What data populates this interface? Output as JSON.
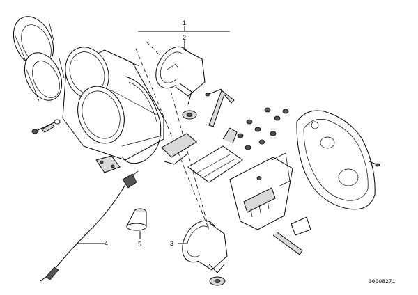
{
  "callouts": {
    "c1": "1",
    "c2": "2",
    "c3": "3",
    "c4": "4",
    "c5": "5"
  },
  "document_number": "00008271"
}
